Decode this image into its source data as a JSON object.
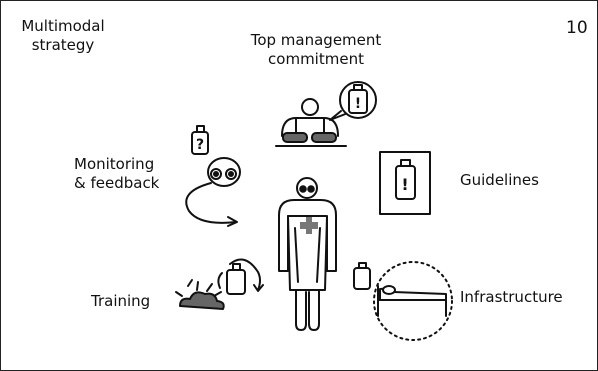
{
  "slide": {
    "title_line1": "Multimodal",
    "title_line2": "strategy",
    "page_number": "10"
  },
  "labels": {
    "top_management_line1": "Top management",
    "top_management_line2": "commitment",
    "monitoring_line1": "Monitoring",
    "monitoring_line2": "& feedback",
    "guidelines": "Guidelines",
    "training": "Training",
    "infrastructure": "Infrastructure"
  },
  "colors": {
    "ink": "#111111",
    "cushion_gray": "#666666",
    "cross_gray": "#777777"
  },
  "icons": [
    "manager-at-desk-icon",
    "speech-bubble-dispenser-icon",
    "eyes-icon",
    "question-dispenser-icon",
    "guideline-poster-icon",
    "health-worker-icon",
    "cloud-sun-icon",
    "bed-icon"
  ],
  "glyphs": {
    "question": "?",
    "exclamation": "!"
  }
}
